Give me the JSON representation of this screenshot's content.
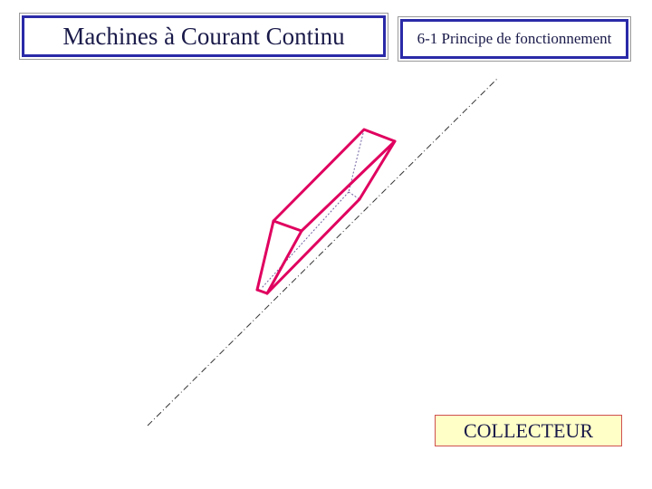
{
  "header": {
    "title": "Machines à Courant Continu",
    "section": "6-1 Principe de fonctionnement"
  },
  "diagram": {
    "component_label": "COLLECTEUR"
  },
  "colors": {
    "box_border": "#2a2aa8",
    "segment_stroke": "#e0005f",
    "label_fill": "#ffffc8",
    "label_border": "#d05050",
    "axis_line": "#333333"
  }
}
